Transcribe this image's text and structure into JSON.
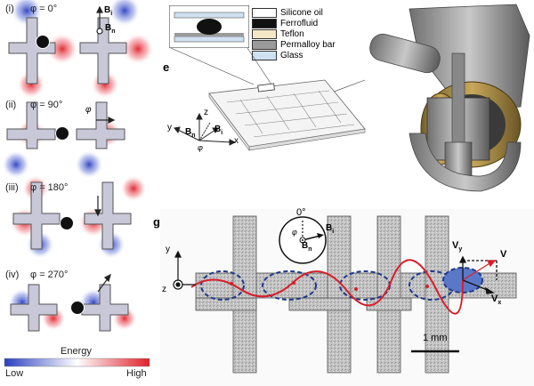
{
  "left_panel": {
    "rows": [
      {
        "roman": "(i)",
        "angle": "φ = 0°"
      },
      {
        "roman": "(ii)",
        "angle": "φ = 90°"
      },
      {
        "roman": "(iii)",
        "angle": "φ = 180°"
      },
      {
        "roman": "(iv)",
        "angle": "φ = 270°"
      }
    ],
    "field_labels": {
      "bi": "B",
      "bi_sub": "i",
      "bn": "B",
      "bn_sub": "n",
      "phi": "φ"
    },
    "colorbar": {
      "title": "Energy",
      "low": "Low",
      "high": "High",
      "low_color": "#2a3fbf",
      "high_color": "#e0202a"
    }
  },
  "legend": {
    "items": [
      {
        "label": "Silicone oil",
        "color": "#ffffff"
      },
      {
        "label": "Ferrofluid",
        "color": "#111111"
      },
      {
        "label": "Teflon",
        "color": "#f5e6c8"
      },
      {
        "label": "Permalloy bar",
        "color": "#9a9a9a"
      },
      {
        "label": "Glass",
        "color": "#cfe0f0"
      }
    ]
  },
  "panel_e": {
    "letter": "e",
    "axes": {
      "x": "x",
      "y": "y",
      "z": "z",
      "bn": "B",
      "bn_sub": "n",
      "bi": "B",
      "bi_sub": "i",
      "phi": "φ"
    }
  },
  "panel_g": {
    "letter": "g",
    "compass": {
      "angle": "0°",
      "phi": "φ",
      "bn": "B",
      "bn_sub": "n",
      "bi": "B",
      "bi_sub": "i"
    },
    "axes": {
      "y": "y",
      "z": "z"
    },
    "velocity": {
      "vy": "V",
      "vy_sub": "y",
      "v": "V",
      "vx": "V",
      "vx_sub": "x"
    },
    "scale_bar": "1 mm"
  }
}
